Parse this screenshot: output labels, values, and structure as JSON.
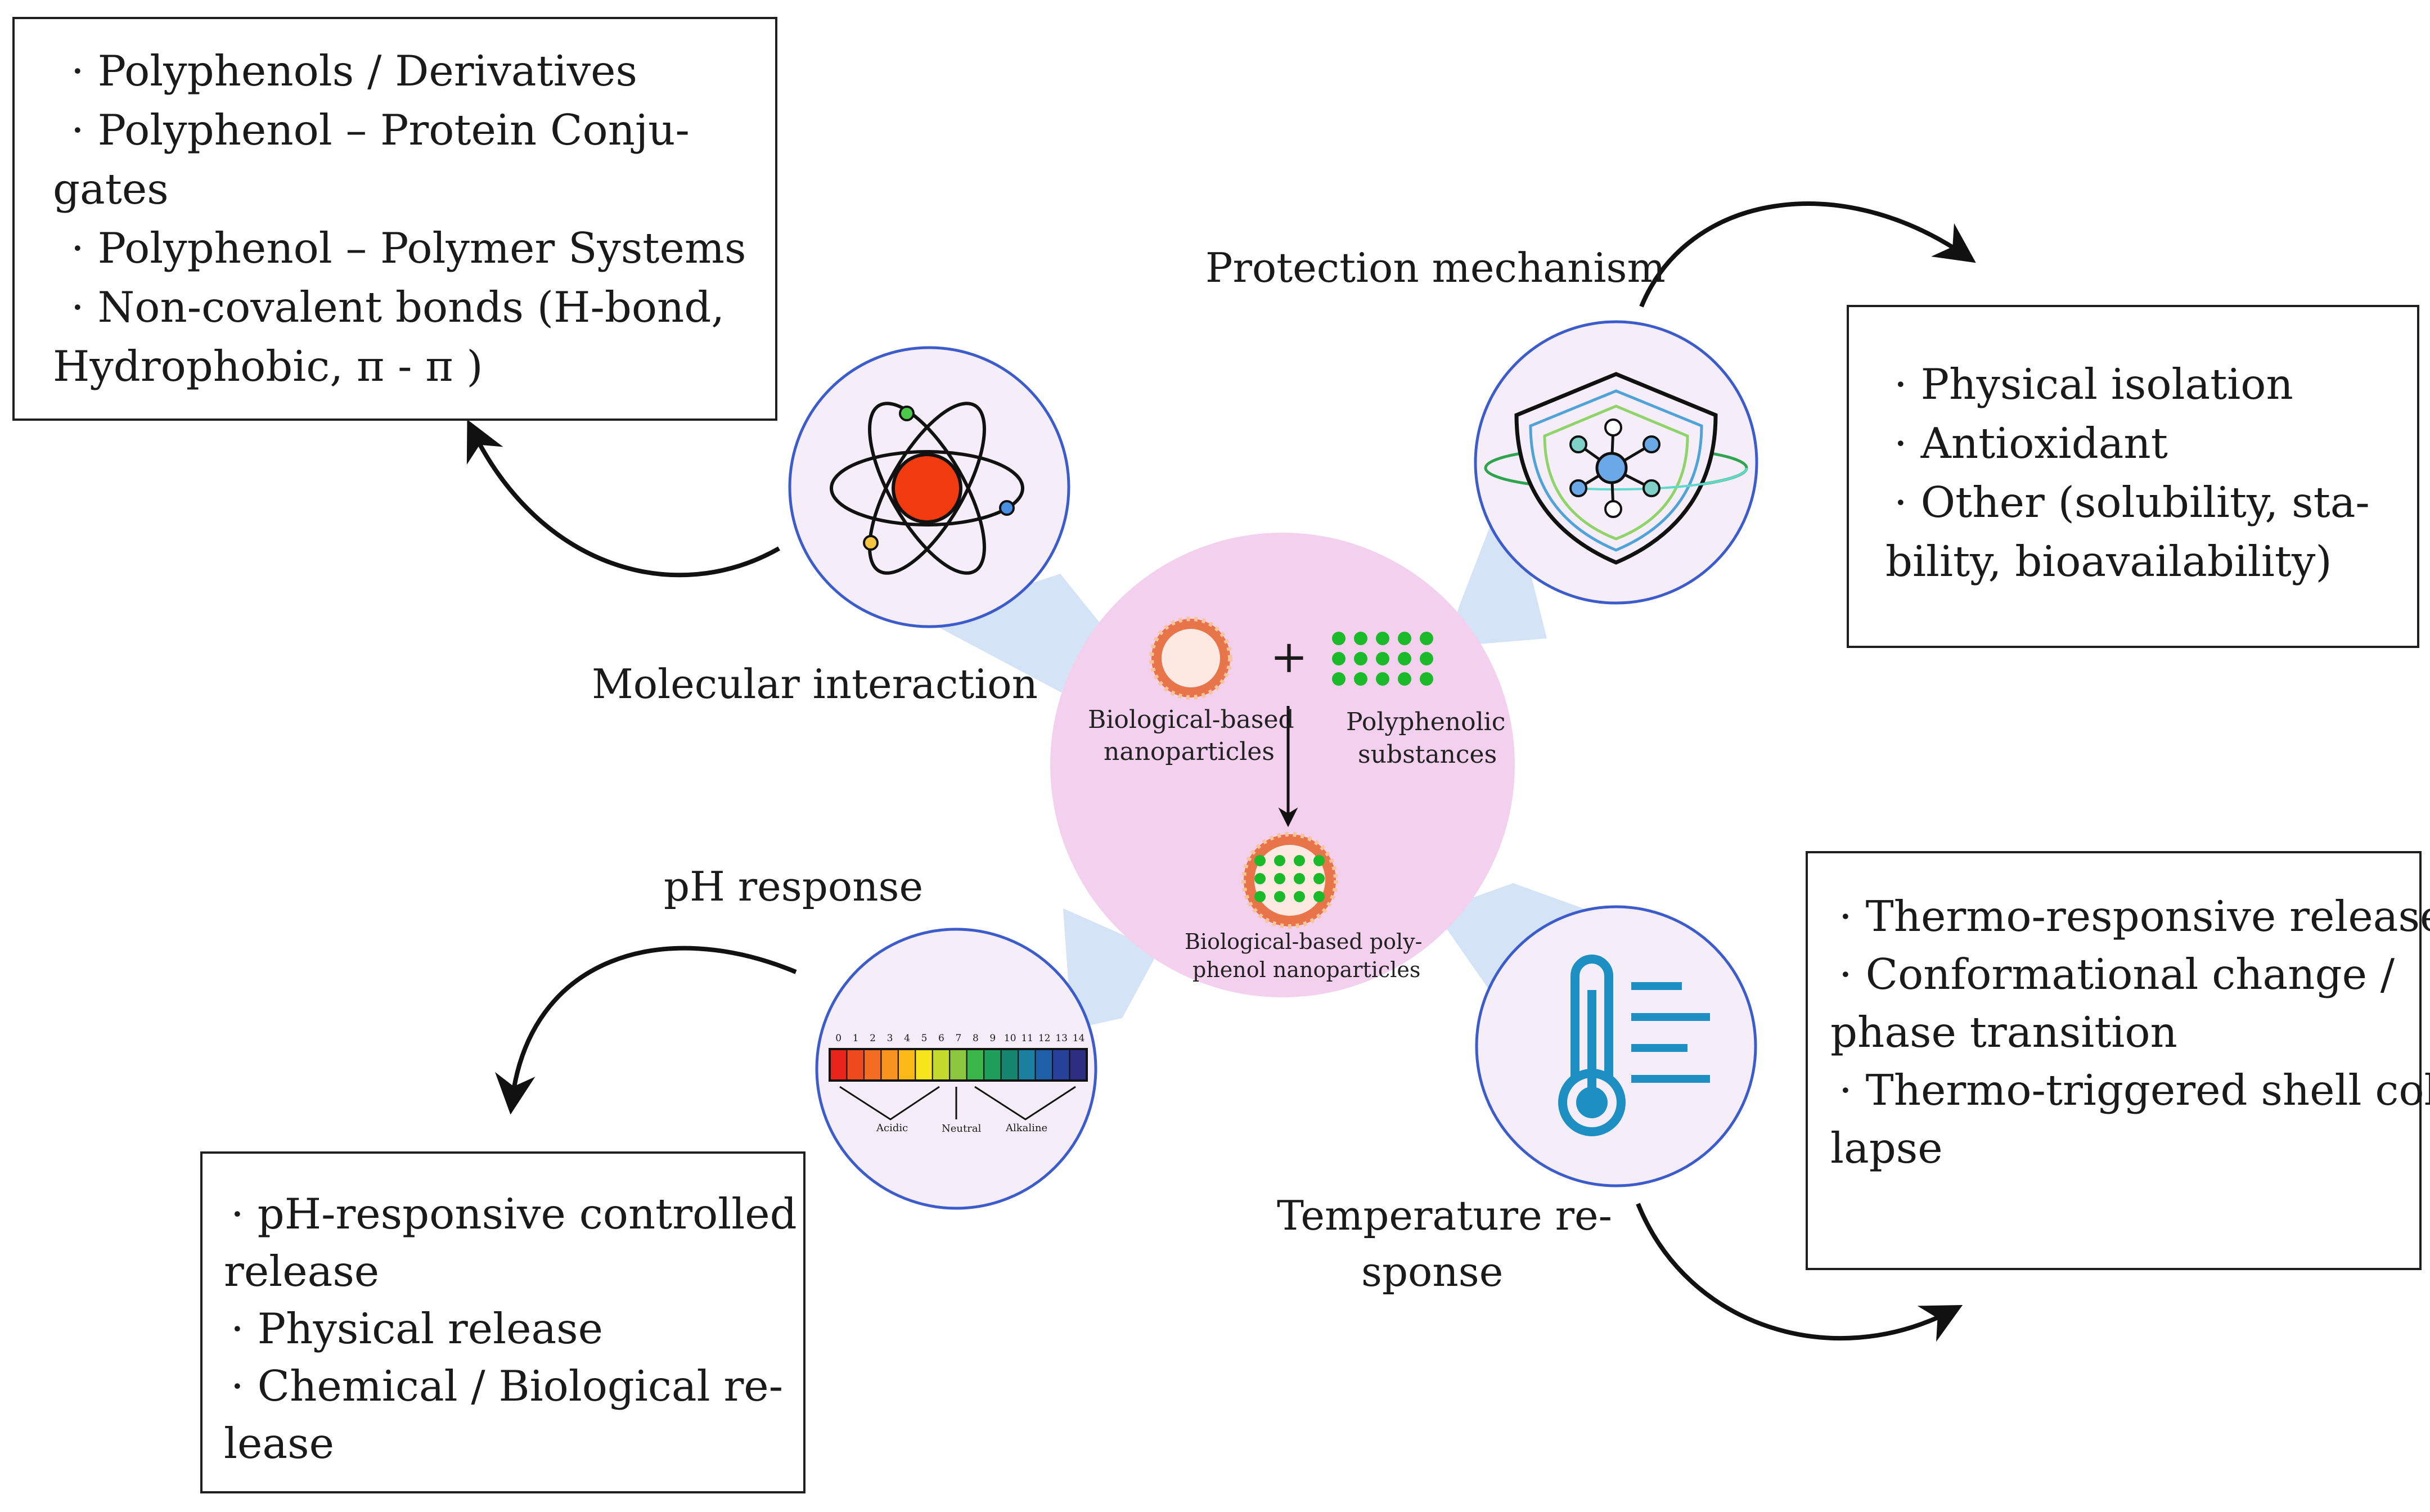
{
  "center": {
    "nanoparticles_label": [
      "Biological-based",
      "nanoparticles"
    ],
    "plus": "+",
    "polyphenolic_label": [
      "Polyphenolic",
      "substances"
    ],
    "product_label": [
      "Biological-based poly-",
      "phenol nanoparticles"
    ]
  },
  "molecular": {
    "title": "Molecular interaction",
    "box_lines": [
      "·  Polyphenols / Derivatives",
      "·  Polyphenol – Protein Conju-",
      "gates",
      "·  Polyphenol – Polymer Systems",
      "·  Non-covalent bonds (H-bond,",
      "Hydrophobic,  π - π )"
    ]
  },
  "protection": {
    "title": "Protection mechanism",
    "box_lines": [
      "· Physical isolation",
      "· Antioxidant",
      "· Other (solubility, sta-",
      "bility, bioavailability)"
    ]
  },
  "ph": {
    "title": "pH response",
    "scale_numbers": [
      "0",
      "1",
      "2",
      "3",
      "4",
      "5",
      "6",
      "7",
      "8",
      "9",
      "10",
      "11",
      "12",
      "13",
      "14"
    ],
    "scale_colors": [
      "#e8241b",
      "#ef4a1d",
      "#f26d21",
      "#f7931e",
      "#fbb817",
      "#f5e41c",
      "#c3d92d",
      "#8cc63f",
      "#39b54a",
      "#1e9e5b",
      "#16856e",
      "#1b7fa0",
      "#1f5fa8",
      "#27409a",
      "#2b2e83"
    ],
    "scale_labels": [
      "Acidic",
      "Neutral",
      "Alkaline"
    ],
    "box_lines": [
      "· pH-responsive controlled",
      "release",
      "· Physical release",
      "· Chemical / Biological re-",
      "lease"
    ]
  },
  "temperature": {
    "title_lines": [
      "Temperature re-",
      "sponse"
    ],
    "box_lines": [
      "· Thermo-responsive release",
      "· Conformational change /",
      "phase transition",
      "· Thermo-triggered shell col-",
      "lapse"
    ]
  },
  "colors": {
    "center_fill": "#f4d0ef",
    "satellite_fill": "#f5eef8",
    "satellite_stroke": "#3d5ccc",
    "beam": "#d4e3f5",
    "shell_orange": "#e8744a",
    "particle_green": "#1aba2a",
    "nucleus_red": "#f23a0f",
    "thermo_blue": "#1e8fc2"
  }
}
